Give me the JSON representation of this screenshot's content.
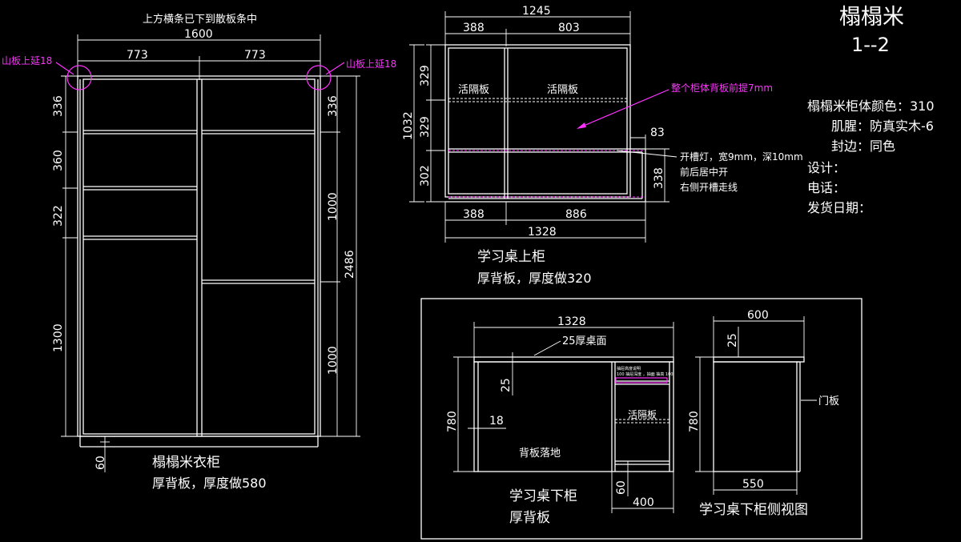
{
  "title_block": {
    "title": "榻榻米",
    "code": "1--2",
    "color": "榻榻米柜体颜色：310",
    "material": "肌腥：防真实木-6",
    "edge": "封边：同色",
    "design": "设计：",
    "phone": "电话：",
    "ship_date": "发货日期："
  },
  "wardrobe": {
    "top_note": "上方横条已下到散板条中",
    "w_total": "1600",
    "w_left": "773",
    "w_right": "773",
    "left_side_note": "山板上延18",
    "right_side_note": "山板上延18",
    "left_dims": [
      "336",
      "360",
      "322",
      "1300"
    ],
    "right_dims": [
      "336",
      "1000",
      "1000"
    ],
    "height": "2486",
    "base": "60",
    "caption1": "榻榻米衣柜",
    "caption2": "厚背板，厚度做580"
  },
  "upper_desk": {
    "w_top": "1245",
    "w_top_left": "388",
    "w_top_right": "803",
    "left_dims": [
      "329",
      "329",
      "302"
    ],
    "height": "1032",
    "shelf_left": "活隔板",
    "shelf_right": "活隔板",
    "back_note": "整个柜体背板前提7mm",
    "step": "83",
    "right_h": "338",
    "slot_note": [
      "开槽灯，宽9mm，深10mm",
      "前后居中开",
      "右侧开槽走线"
    ],
    "w_bot_left": "388",
    "w_bot_right": "886",
    "w_bottom": "1328",
    "caption1": "学习桌上柜",
    "caption2": "厚背板，厚度做320"
  },
  "lower_desk": {
    "width": "1328",
    "top_note": "25厚桌面",
    "top_thick": "25",
    "height": "780",
    "side_thick": "18",
    "back_note": "背板落地",
    "drawer_note": [
      "抽屉高度说明",
      "100 抽屉深度 ，抽面 抽高 100"
    ],
    "shelf": "活隔板",
    "base": "60",
    "right_w": "400",
    "caption1": "学习桌下柜",
    "caption2": "厚背板"
  },
  "side_view": {
    "width": "600",
    "top_thick": "25",
    "height": "780",
    "door_note": "门板",
    "depth": "550",
    "caption": "学习桌下柜侧视图"
  }
}
